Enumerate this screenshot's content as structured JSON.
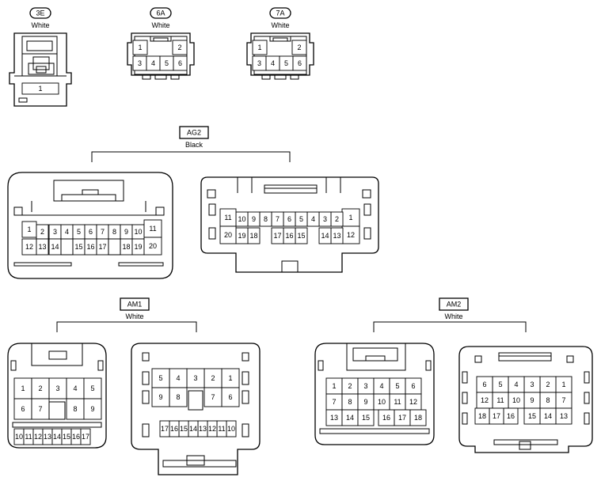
{
  "connectors": {
    "c3e": {
      "id": "3E",
      "color": "White",
      "pins": [
        "1"
      ]
    },
    "c6a": {
      "id": "6A",
      "color": "White",
      "pins": [
        "1",
        "2",
        "3",
        "4",
        "5",
        "6"
      ]
    },
    "c7a": {
      "id": "7A",
      "color": "White",
      "pins": [
        "1",
        "2",
        "3",
        "4",
        "5",
        "6"
      ]
    },
    "ag2": {
      "id": "AG2",
      "color": "Black",
      "left_pins": [
        "1",
        "2",
        "3",
        "4",
        "5",
        "6",
        "7",
        "8",
        "9",
        "10",
        "11",
        "12",
        "13",
        "14",
        "15",
        "16",
        "17",
        "18",
        "19",
        "20"
      ],
      "right_pins": [
        "1",
        "2",
        "3",
        "4",
        "5",
        "6",
        "7",
        "8",
        "9",
        "10",
        "11",
        "12",
        "13",
        "14",
        "15",
        "16",
        "17",
        "18",
        "19",
        "20"
      ]
    },
    "am1": {
      "id": "AM1",
      "color": "White",
      "left_pins": [
        "1",
        "2",
        "3",
        "4",
        "5",
        "6",
        "7",
        "8",
        "9",
        "10",
        "11",
        "12",
        "13",
        "14",
        "15",
        "16",
        "17"
      ],
      "right_pins": [
        "1",
        "2",
        "3",
        "4",
        "5",
        "6",
        "7",
        "8",
        "9",
        "10",
        "11",
        "12",
        "13",
        "14",
        "15",
        "16",
        "17"
      ]
    },
    "am2": {
      "id": "AM2",
      "color": "White",
      "left_pins": [
        "1",
        "2",
        "3",
        "4",
        "5",
        "6",
        "7",
        "8",
        "9",
        "10",
        "11",
        "12",
        "13",
        "14",
        "15",
        "16",
        "17",
        "18"
      ],
      "right_pins": [
        "1",
        "2",
        "3",
        "4",
        "5",
        "6",
        "7",
        "8",
        "9",
        "10",
        "11",
        "12",
        "13",
        "14",
        "15",
        "16",
        "17",
        "18"
      ]
    }
  }
}
